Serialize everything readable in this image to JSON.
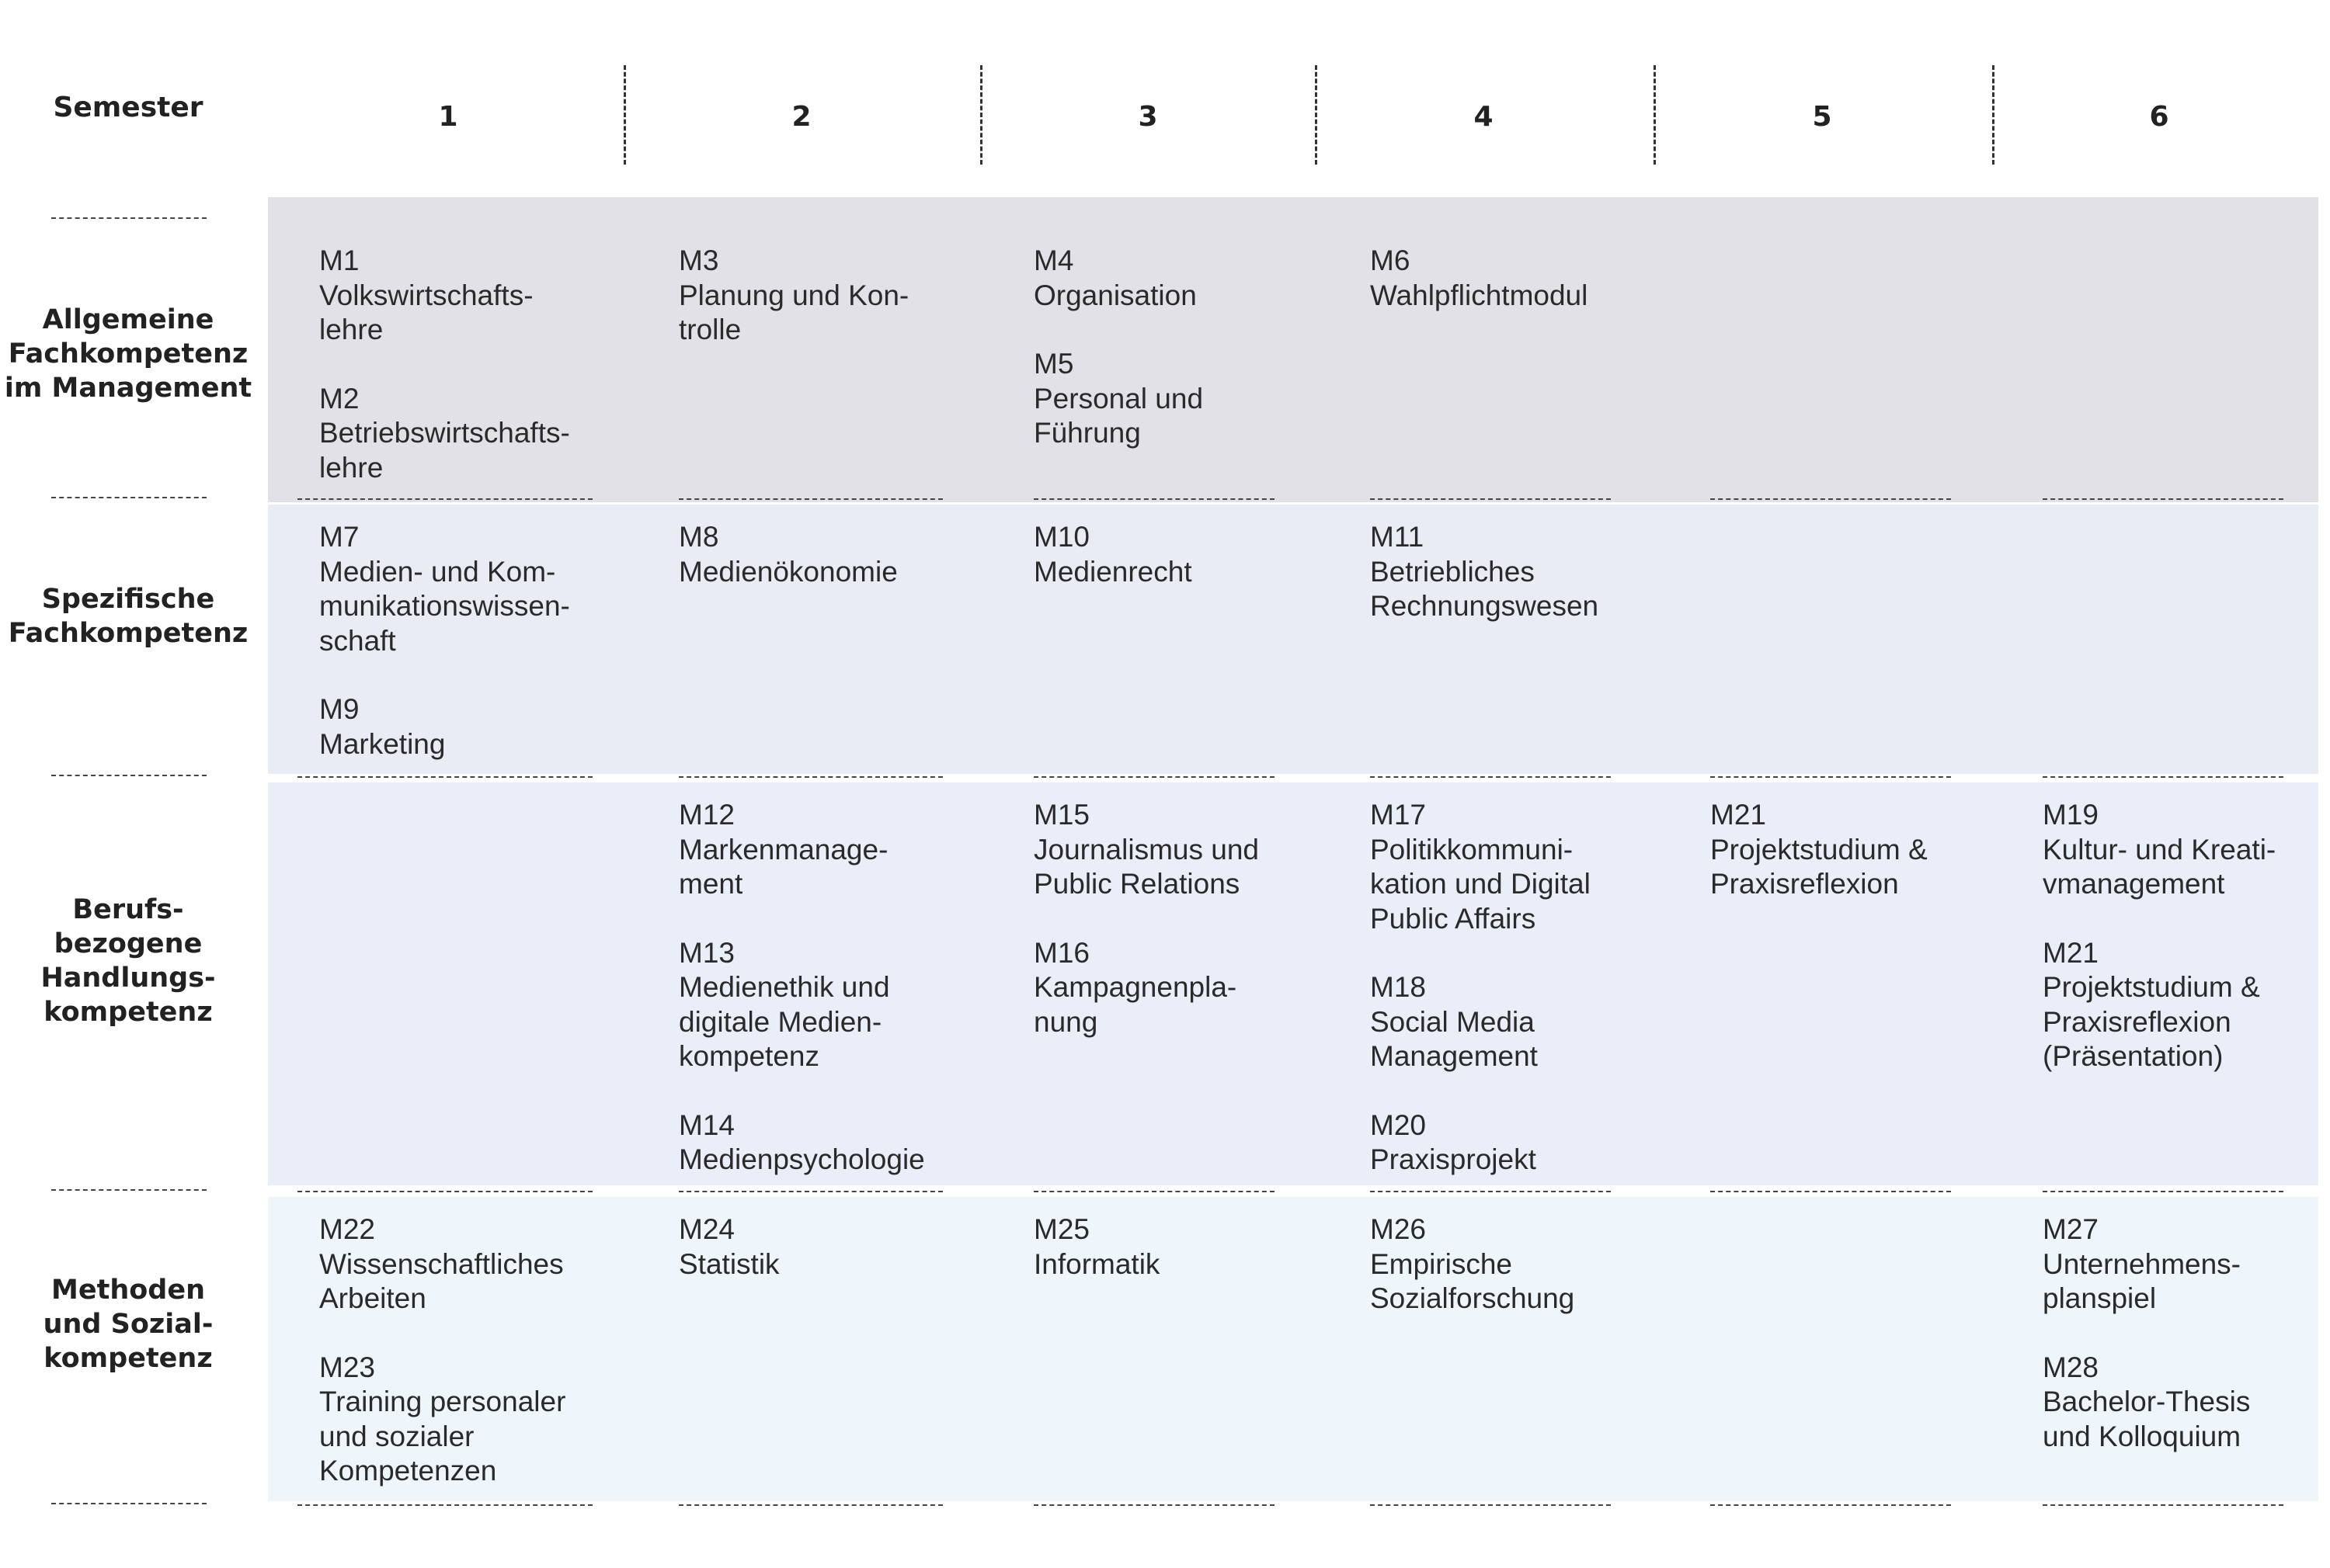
{
  "header": {
    "semester_label": "Semester",
    "semesters": [
      "1",
      "2",
      "3",
      "4",
      "5",
      "6"
    ]
  },
  "colors": {
    "row1": "#e2e1e7",
    "row2": "#e9ebf5",
    "row3": "#e9eef8",
    "row4": "#eff6fb"
  },
  "rows": [
    {
      "label": "Allgemeine\nFachkompetenz\nim Management",
      "cells": [
        [
          {
            "code": "M1",
            "title": "Volkswirtschafts-\nlehre"
          },
          {
            "code": "M2",
            "title": "Betriebswirtschafts-\nlehre"
          }
        ],
        [
          {
            "code": "M3",
            "title": "Planung und Kon-\ntrolle"
          }
        ],
        [
          {
            "code": "M4",
            "title": "Organisation"
          },
          {
            "code": "M5",
            "title": "Personal und\nFührung"
          }
        ],
        [
          {
            "code": "M6",
            "title": "Wahlpflichtmodul"
          }
        ],
        [],
        []
      ]
    },
    {
      "label": "Spezifische\nFachkompetenz",
      "cells": [
        [
          {
            "code": "M7",
            "title": "Medien- und Kom-\nmunikationswissen-\nschaft"
          },
          {
            "code": "M9",
            "title": "Marketing"
          }
        ],
        [
          {
            "code": "M8",
            "title": "Medienökonomie"
          }
        ],
        [
          {
            "code": "M10",
            "title": "Medienrecht"
          }
        ],
        [
          {
            "code": "M11",
            "title": "Betriebliches\nRechnungswesen"
          }
        ],
        [],
        []
      ]
    },
    {
      "label": "Berufs-\nbezogene\nHandlungs-\nkompetenz",
      "cells": [
        [],
        [
          {
            "code": "M12",
            "title": "Markenmanage-\nment"
          },
          {
            "code": "M13",
            "title": "Medienethik und\ndigitale Medien-\nkompetenz"
          },
          {
            "code": "M14",
            "title": "Medienpsychologie"
          }
        ],
        [
          {
            "code": "M15",
            "title": "Journalismus und\nPublic Relations"
          },
          {
            "code": "M16",
            "title": "Kampagnenpla-\nnung"
          }
        ],
        [
          {
            "code": "M17",
            "title": "Politikkommuni-\nkation und Digital\nPublic Affairs"
          },
          {
            "code": "M18",
            "title": "Social Media\nManagement"
          },
          {
            "code": "M20",
            "title": "Praxisprojekt"
          }
        ],
        [
          {
            "code": "M21",
            "title": "Projektstudium &\nPraxisreflexion"
          }
        ],
        [
          {
            "code": "M19",
            "title": "Kultur- und Kreati-\nvmanagement"
          },
          {
            "code": "M21",
            "title": "Projektstudium &\nPraxisreflexion\n(Präsentation)"
          }
        ]
      ]
    },
    {
      "label": "Methoden\nund Sozial-\nkompetenz",
      "cells": [
        [
          {
            "code": "M22",
            "title": "Wissenschaftliches\nArbeiten"
          },
          {
            "code": "M23",
            "title": "Training personaler\nund sozialer\nKompetenzen"
          }
        ],
        [
          {
            "code": "M24",
            "title": "Statistik"
          }
        ],
        [
          {
            "code": "M25",
            "title": "Informatik"
          }
        ],
        [
          {
            "code": "M26",
            "title": "Empirische\nSozialforschung"
          }
        ],
        [],
        [
          {
            "code": "M27",
            "title": "Unternehmens-\nplanspiel"
          },
          {
            "code": "M28",
            "title": "Bachelor-Thesis\nund Kolloquium"
          }
        ]
      ]
    }
  ]
}
